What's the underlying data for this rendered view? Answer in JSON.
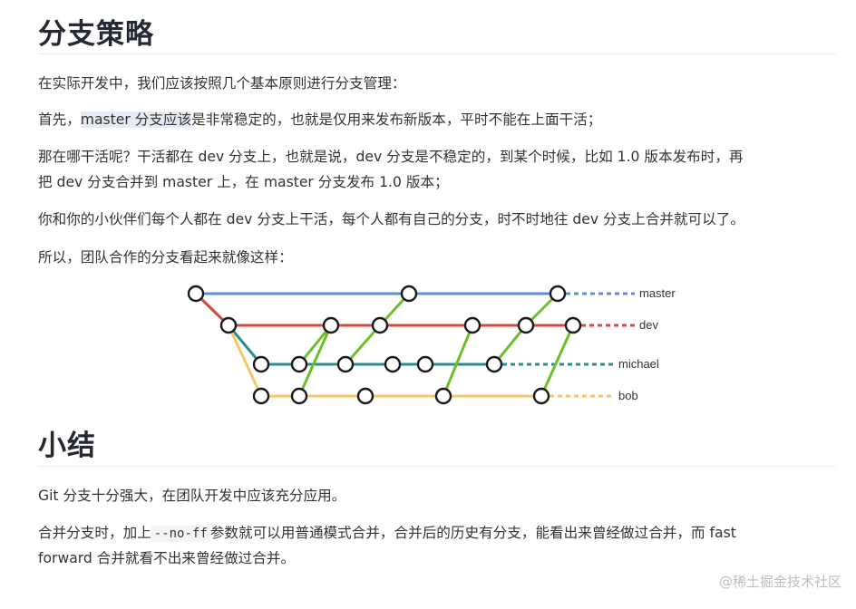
{
  "section1": {
    "title": "分支策略",
    "intro": "在实际开发中，我们应该按照几个基本原则进行分支管理：",
    "para1_prefix": "首先，",
    "para1_highlight": "master 分支应该",
    "para1_suffix": "是非常稳定的，也就是仅用来发布新版本，平时不能在上面干活；",
    "para2_line1": "那在哪干活呢？干活都在 dev 分支上，也就是说，dev 分支是不稳定的，到某个时候，比如 1.0 版本发布时，再",
    "para2_line2": "把 dev 分支合并到 master 上，在 master 分支发布 1.0 版本；",
    "para3": "你和你的小伙伴们每个人都在 dev 分支上干活，每个人都有自己的分支，时不时地往 dev 分支上合并就可以了。",
    "para4": "所以，团队合作的分支看起来就像这样："
  },
  "diagram": {
    "branches": [
      {
        "name": "master",
        "color": "#5b8fd9"
      },
      {
        "name": "dev",
        "color": "#d24b3c"
      },
      {
        "name": "michael",
        "color": "#2b8e8e"
      },
      {
        "name": "bob",
        "color": "#f5c76a"
      }
    ],
    "merge_color": "#6cbf2a",
    "node_fill": "#ffffff",
    "node_stroke": "#1a1a1a"
  },
  "section2": {
    "title": "小结",
    "para1": "Git 分支十分强大，在团队开发中应该充分应用。",
    "para2_prefix": "合并分支时，加上",
    "para2_code": "--no-ff",
    "para2_suffix": "参数就可以用普通模式合并，合并后的历史有分支，能看出来曾经做过合并，而 fast",
    "para2_line2": "forward 合并就看不出来曾经做过合并。"
  },
  "watermark": "@稀土掘金技术社区"
}
